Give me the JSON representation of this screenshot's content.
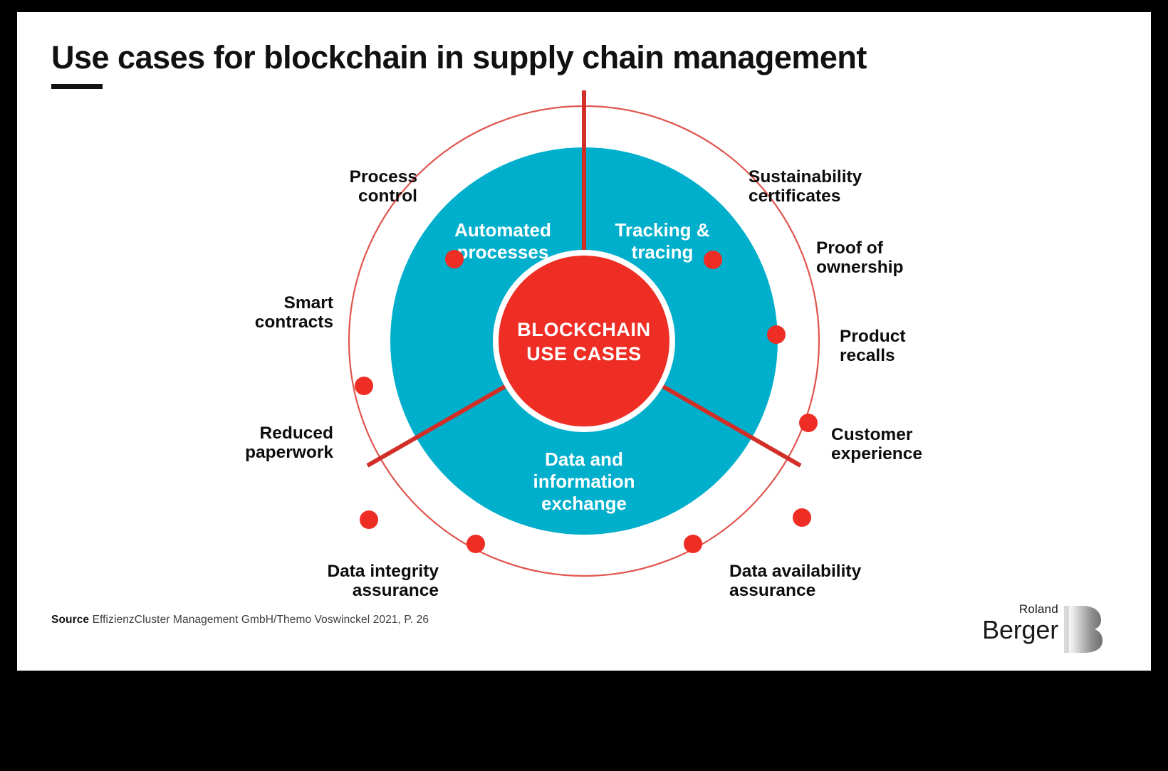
{
  "slide": {
    "title": "Use cases for blockchain in supply chain management",
    "source_label": "Source",
    "source_text": "EffizienzCluster Management GmbH/Themo Voswinckel 2021, P. 26"
  },
  "logo": {
    "line1": "Roland",
    "line2": "Berger",
    "mark": "B"
  },
  "colors": {
    "red": "#EE2E24",
    "cyan": "#00AFCB",
    "white": "#FFFFFF",
    "text_dark": "#0D0D0D",
    "slide_bg": "#FFFFFF",
    "page_bg": "#000000"
  },
  "chart_data": {
    "type": "pie",
    "title": "Use cases for blockchain in supply chain management",
    "center_label": "BLOCKCHAIN\nUSE CASES",
    "center_line1": "BLOCKCHAIN",
    "center_line2": "USE CASES",
    "categories": [
      "Automated processes",
      "Tracking & tracing",
      "Data and information exchange"
    ],
    "values": [
      33.3,
      33.3,
      33.3
    ],
    "segment_labels": [
      {
        "line1": "Automated",
        "line2": "processes"
      },
      {
        "line1": "Tracking &",
        "line2": "tracing"
      },
      {
        "line1": "Data and",
        "line2": "information",
        "line3": "exchange"
      }
    ],
    "outer_nodes": [
      {
        "id": "process-control",
        "label": "Process\ncontrol",
        "angle_deg": -115,
        "side": "left"
      },
      {
        "id": "smart-contracts",
        "label": "Smart\ncontracts",
        "angle_deg": -160,
        "side": "left"
      },
      {
        "id": "reduced-paperwork",
        "label": "Reduced\npaperwork",
        "angle_deg": 160,
        "side": "left"
      },
      {
        "id": "data-integrity-assurance",
        "label": "Data integrity\nassurance",
        "angle_deg": 115,
        "side": "left"
      },
      {
        "id": "data-availability-assurance",
        "label": "Data availability\nassurance",
        "angle_deg": 65,
        "side": "right"
      },
      {
        "id": "customer-experience",
        "label": "Customer\nexperience",
        "angle_deg": 20,
        "side": "right"
      },
      {
        "id": "product-recalls",
        "label": "Product\nrecalls",
        "angle_deg": -1,
        "side": "right"
      },
      {
        "id": "proof-of-ownership",
        "label": "Proof of\nownership",
        "angle_deg": -20,
        "side": "right"
      },
      {
        "id": "sustainability-certificates",
        "label": "Sustainability\ncertificates",
        "angle_deg": -65,
        "side": "right"
      }
    ],
    "legend_position": "around-circle",
    "grid": false
  }
}
